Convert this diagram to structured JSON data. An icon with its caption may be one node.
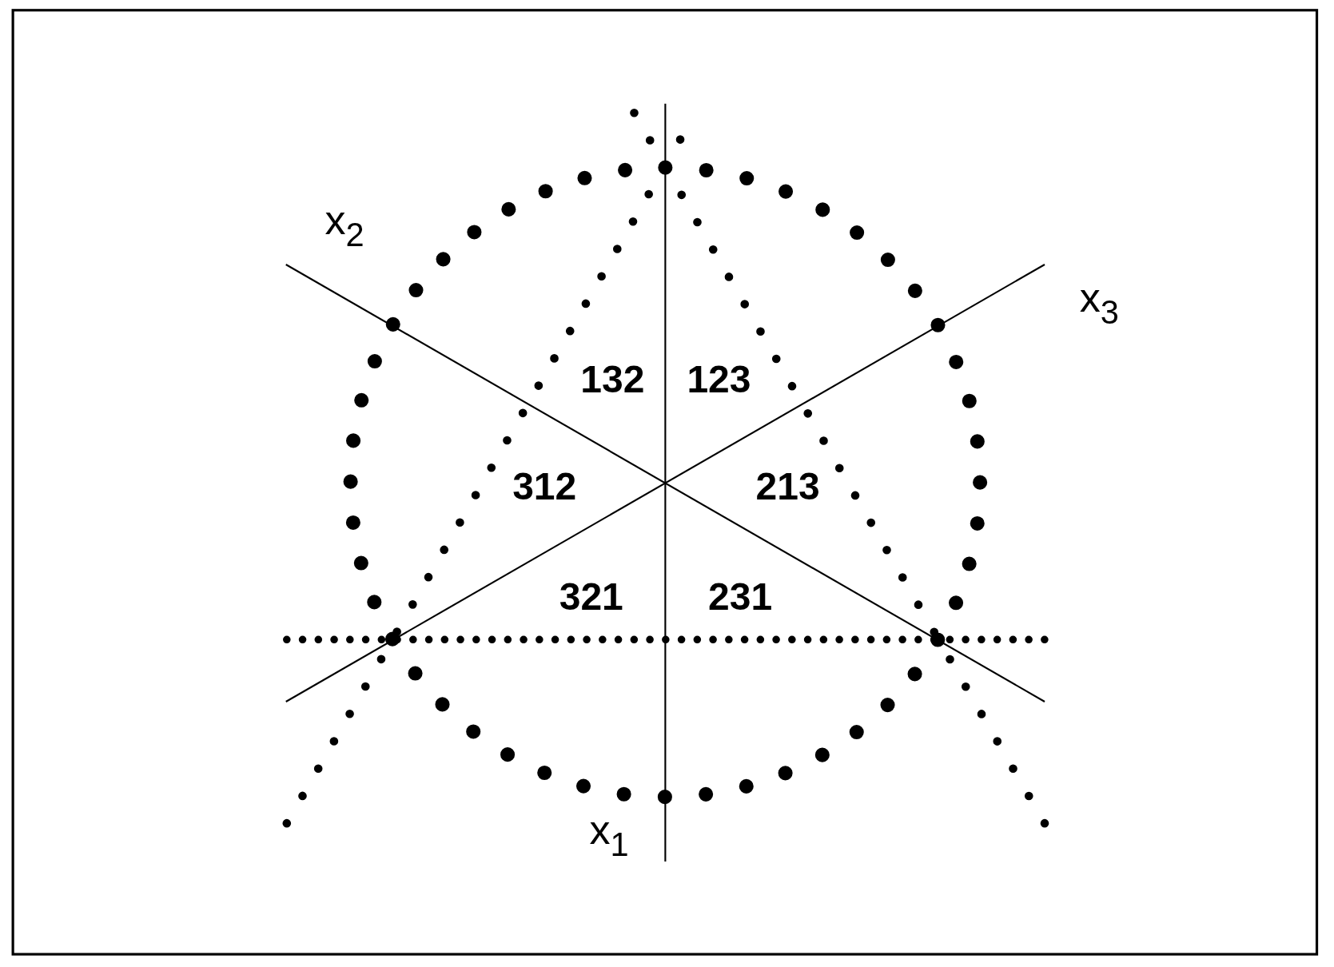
{
  "diagram": {
    "labels": [
      "x$_{2}$",
      "x$_{3}$",
      "132",
      "123",
      "312",
      "213",
      "321",
      "231",
      "x$_{1}$"
    ]
  }
}
